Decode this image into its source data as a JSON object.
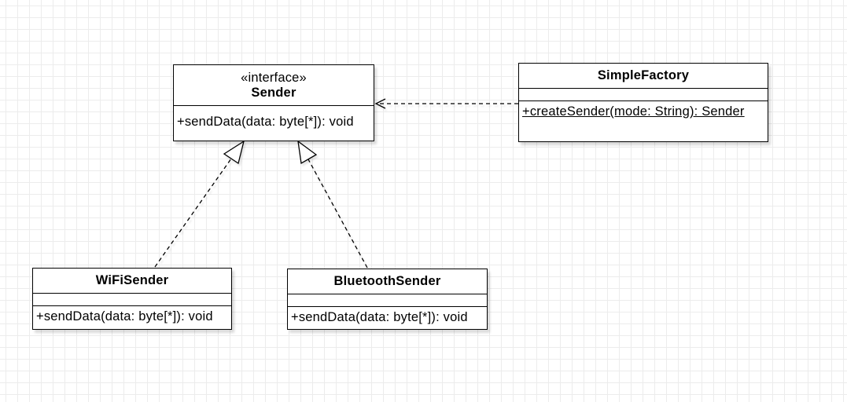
{
  "diagram": {
    "type": "uml-class-diagram",
    "colors": {
      "canvas_bg": "#ffffff",
      "grid_line": "#ececec",
      "box_fill": "#ffffff",
      "box_stroke": "#000000",
      "text": "#000000"
    },
    "classes": {
      "sender": {
        "stereotype": "«interface»",
        "name": "Sender",
        "methods": [
          "+sendData(data: byte[*]): void"
        ]
      },
      "simple_factory": {
        "name": "SimpleFactory",
        "methods": [
          "+createSender(mode: String): Sender"
        ],
        "method_is_static": true
      },
      "wifi_sender": {
        "name": "WiFiSender",
        "methods": [
          "+sendData(data: byte[*]): void"
        ]
      },
      "bluetooth_sender": {
        "name": "BluetoothSender",
        "methods": [
          "+sendData(data: byte[*]): void"
        ]
      }
    },
    "relationships": [
      {
        "type": "realization",
        "from": "WiFiSender",
        "to": "Sender",
        "line": "dashed",
        "arrowhead": "hollow-triangle"
      },
      {
        "type": "realization",
        "from": "BluetoothSender",
        "to": "Sender",
        "line": "dashed",
        "arrowhead": "hollow-triangle"
      },
      {
        "type": "dependency",
        "from": "SimpleFactory",
        "to": "Sender",
        "line": "dashed",
        "arrowhead": "open"
      }
    ]
  }
}
